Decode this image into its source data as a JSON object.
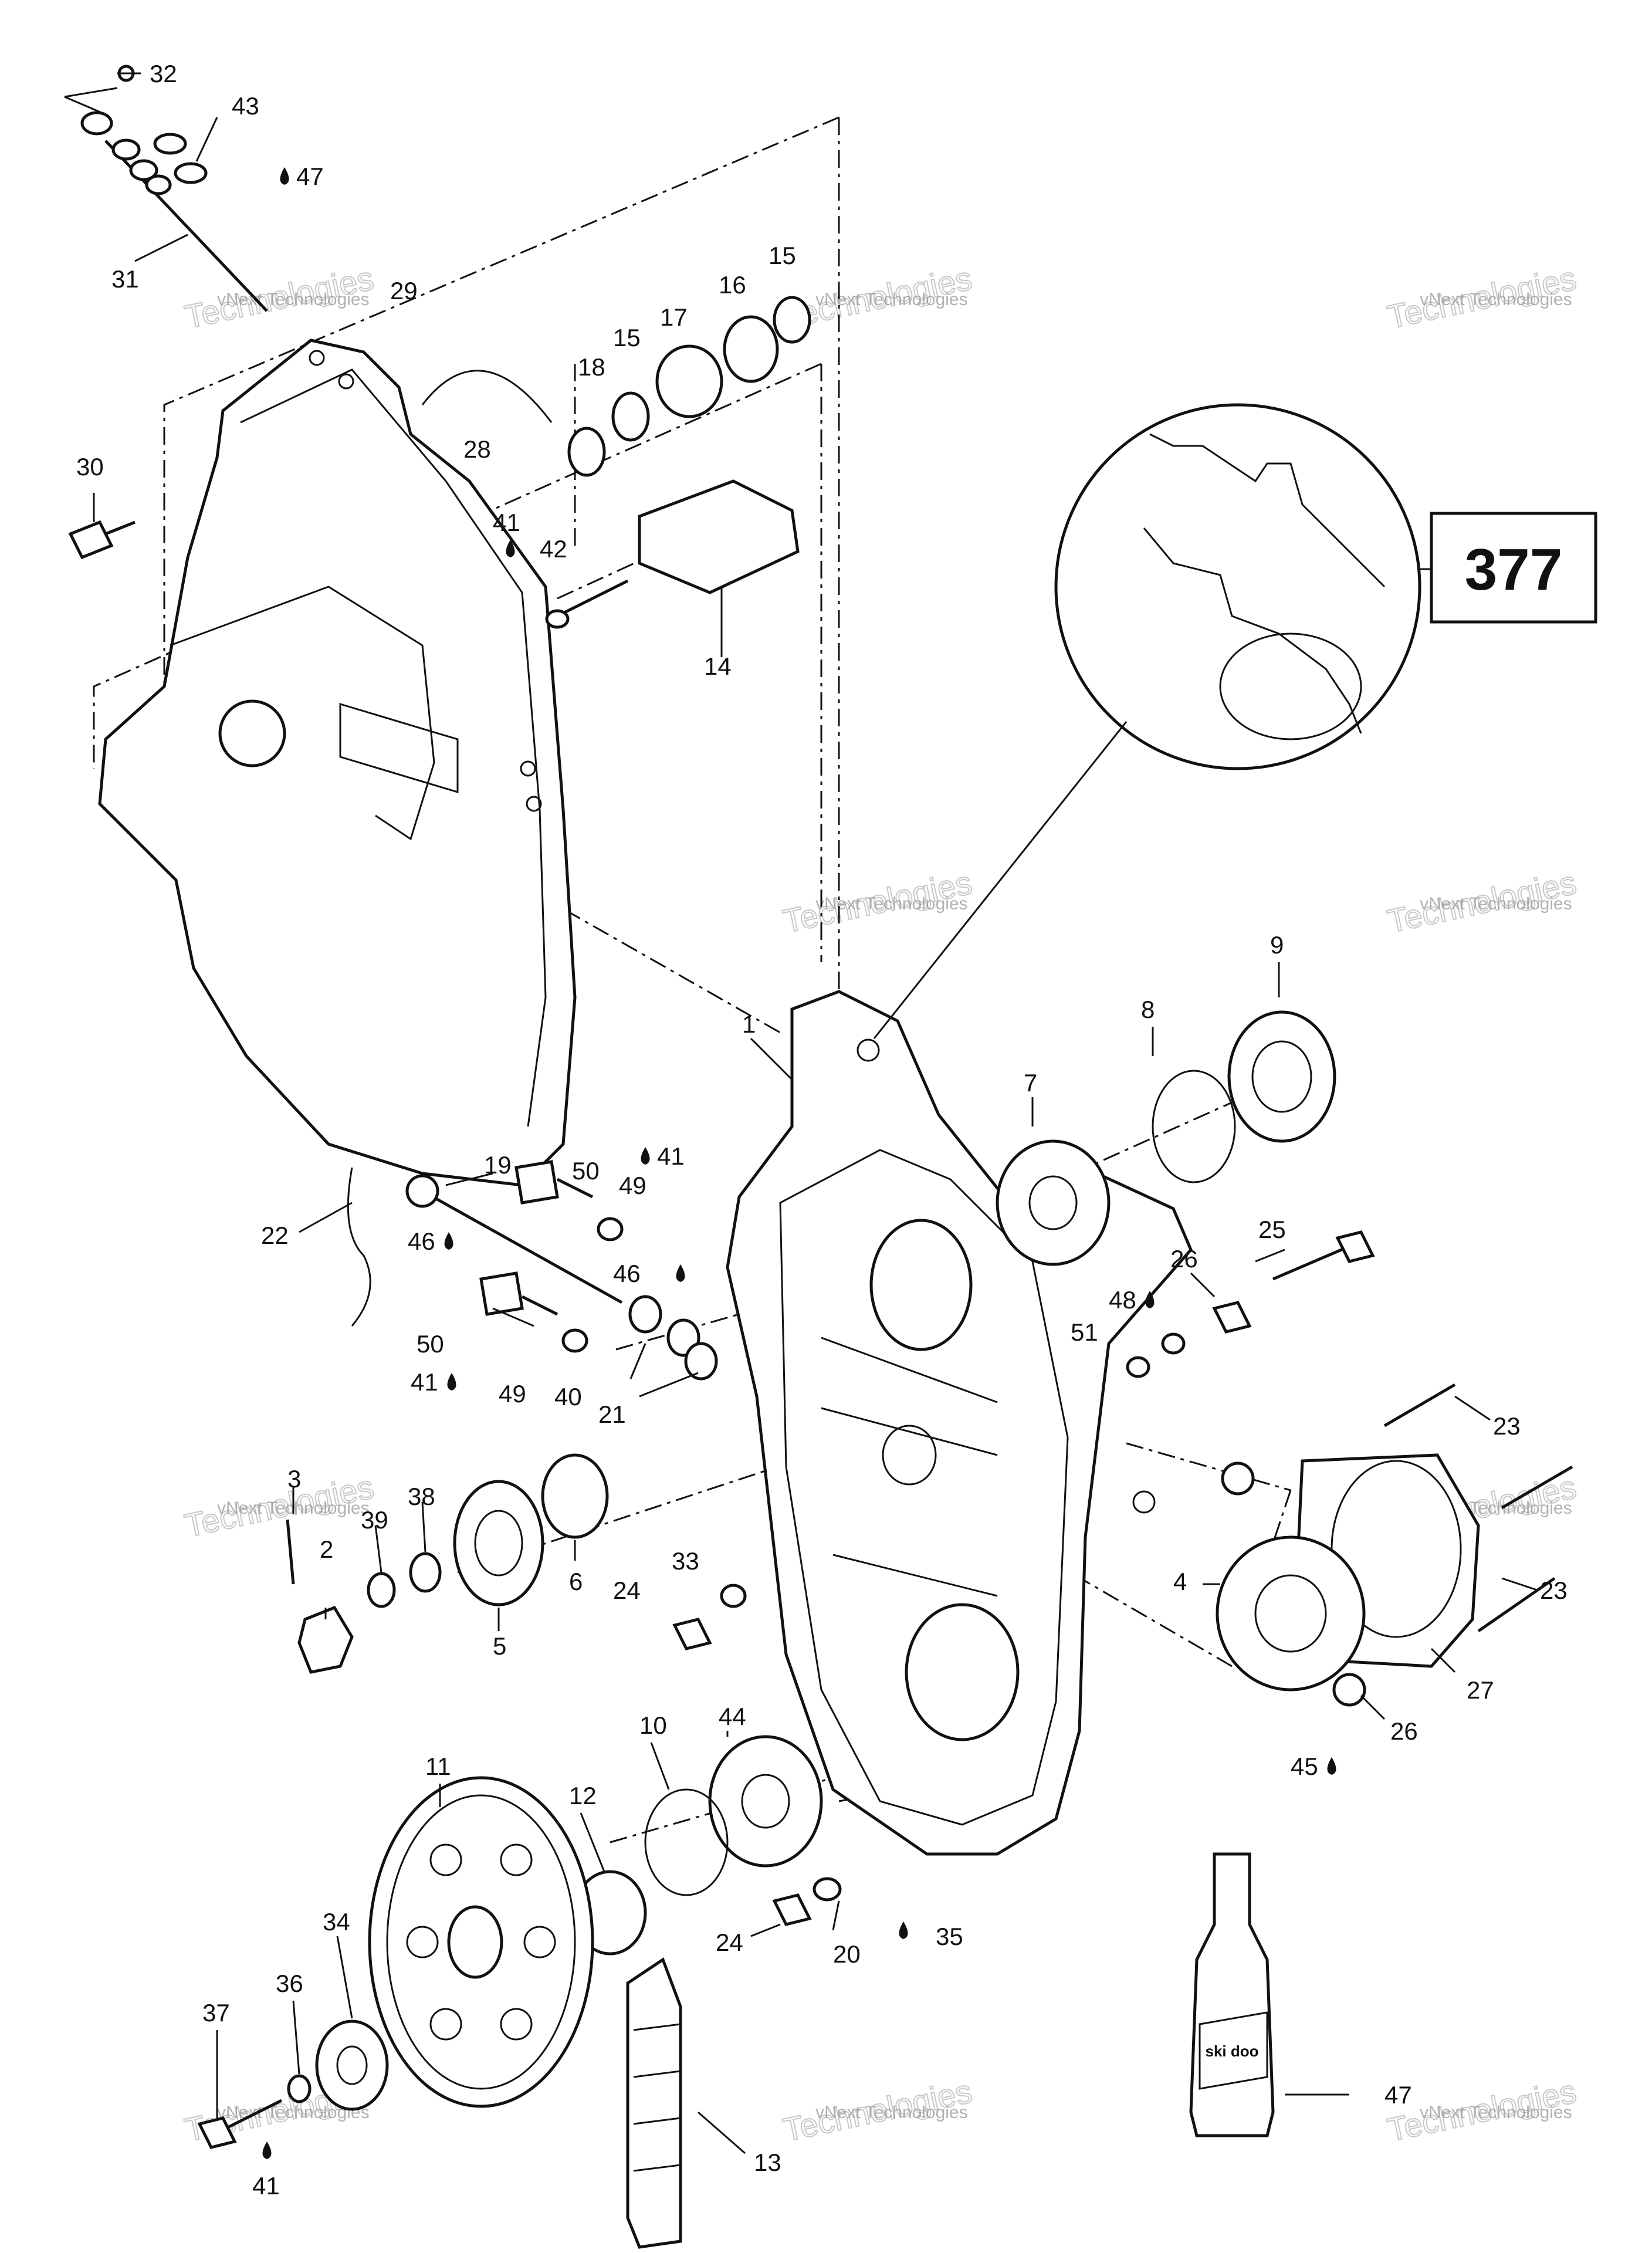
{
  "diagram": {
    "reference_box": "377",
    "bottle_label": "ski doo",
    "watermark_small": "vNext Technologies",
    "watermark_big": "Technologies",
    "callouts": [
      {
        "id": "c32",
        "text": "32"
      },
      {
        "id": "c43",
        "text": "43"
      },
      {
        "id": "c47a",
        "text": "47"
      },
      {
        "id": "c31",
        "text": "31"
      },
      {
        "id": "c29",
        "text": "29"
      },
      {
        "id": "c30",
        "text": "30"
      },
      {
        "id": "c28",
        "text": "28"
      },
      {
        "id": "c18",
        "text": "18"
      },
      {
        "id": "c15a",
        "text": "15"
      },
      {
        "id": "c17",
        "text": "17"
      },
      {
        "id": "c16",
        "text": "16"
      },
      {
        "id": "c15b",
        "text": "15"
      },
      {
        "id": "c41a",
        "text": "41"
      },
      {
        "id": "c42",
        "text": "42"
      },
      {
        "id": "c14",
        "text": "14"
      },
      {
        "id": "c1",
        "text": "1"
      },
      {
        "id": "c8",
        "text": "8"
      },
      {
        "id": "c9",
        "text": "9"
      },
      {
        "id": "c7",
        "text": "7"
      },
      {
        "id": "c19",
        "text": "19"
      },
      {
        "id": "c50a",
        "text": "50"
      },
      {
        "id": "c41b",
        "text": "41"
      },
      {
        "id": "c49a",
        "text": "49"
      },
      {
        "id": "c22",
        "text": "22"
      },
      {
        "id": "c46a",
        "text": "46"
      },
      {
        "id": "c46b",
        "text": "46"
      },
      {
        "id": "c25",
        "text": "25"
      },
      {
        "id": "c26a",
        "text": "26"
      },
      {
        "id": "c48",
        "text": "48"
      },
      {
        "id": "c51",
        "text": "51"
      },
      {
        "id": "c50b",
        "text": "50"
      },
      {
        "id": "c41c",
        "text": "41"
      },
      {
        "id": "c49b",
        "text": "49"
      },
      {
        "id": "c40",
        "text": "40"
      },
      {
        "id": "c21",
        "text": "21"
      },
      {
        "id": "c23a",
        "text": "23"
      },
      {
        "id": "c3",
        "text": "3"
      },
      {
        "id": "c38",
        "text": "38"
      },
      {
        "id": "c39",
        "text": "39"
      },
      {
        "id": "c2",
        "text": "2"
      },
      {
        "id": "c5",
        "text": "5"
      },
      {
        "id": "c6",
        "text": "6"
      },
      {
        "id": "c33",
        "text": "33"
      },
      {
        "id": "c24a",
        "text": "24"
      },
      {
        "id": "c4",
        "text": "4"
      },
      {
        "id": "c23b",
        "text": "23"
      },
      {
        "id": "c27",
        "text": "27"
      },
      {
        "id": "c26b",
        "text": "26"
      },
      {
        "id": "c45",
        "text": "45"
      },
      {
        "id": "c44",
        "text": "44"
      },
      {
        "id": "c10",
        "text": "10"
      },
      {
        "id": "c11",
        "text": "11"
      },
      {
        "id": "c12",
        "text": "12"
      },
      {
        "id": "c24b",
        "text": "24"
      },
      {
        "id": "c20",
        "text": "20"
      },
      {
        "id": "c35",
        "text": "35"
      },
      {
        "id": "c34",
        "text": "34"
      },
      {
        "id": "c36",
        "text": "36"
      },
      {
        "id": "c37",
        "text": "37"
      },
      {
        "id": "c41d",
        "text": "41"
      },
      {
        "id": "c13",
        "text": "13"
      },
      {
        "id": "c47b",
        "text": "47"
      }
    ]
  }
}
